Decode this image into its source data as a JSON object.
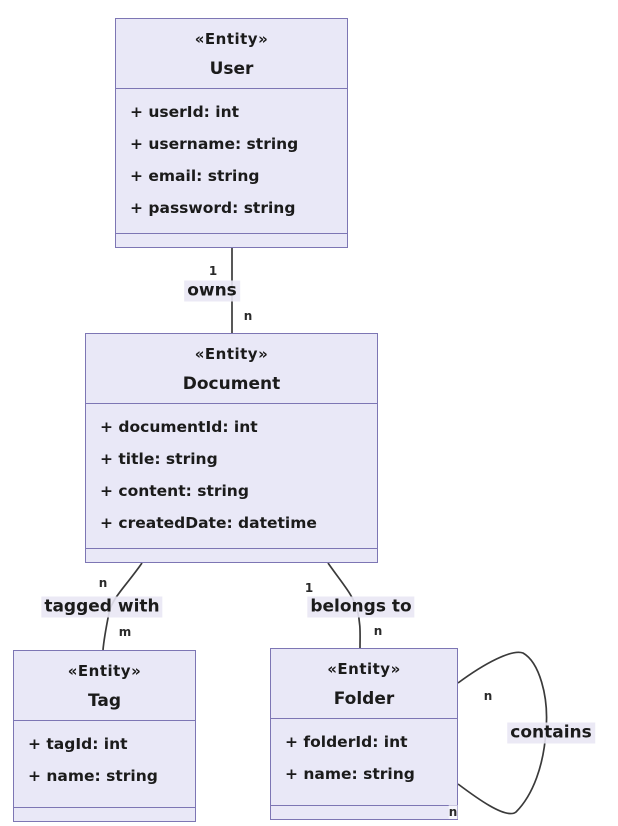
{
  "diagram": {
    "type": "uml-entity-diagram",
    "colors": {
      "background": "#ffffff",
      "entity_fill": "#e9e8f7",
      "entity_border": "#7d76b4",
      "connector_line": "#3a3a3a",
      "text": "#1b1b1b",
      "label_background": "#e9e7f4"
    },
    "entities": [
      {
        "stereotype": "«Entity»",
        "name": "User",
        "attributes": [
          "+ userId: int",
          "+ username: string",
          "+ email: string",
          "+ password: string"
        ]
      },
      {
        "stereotype": "«Entity»",
        "name": "Document",
        "attributes": [
          "+ documentId: int",
          "+ title: string",
          "+ content: string",
          "+ createdDate: datetime"
        ]
      },
      {
        "stereotype": "«Entity»",
        "name": "Tag",
        "attributes": [
          "+ tagId: int",
          "+ name: string"
        ]
      },
      {
        "stereotype": "«Entity»",
        "name": "Folder",
        "attributes": [
          "+ folderId: int",
          "+ name: string"
        ]
      }
    ],
    "relationships": [
      {
        "label": "owns",
        "from": "User",
        "to": "Document",
        "from_mult": "1",
        "to_mult": "n"
      },
      {
        "label": "tagged with",
        "from": "Document",
        "to": "Tag",
        "from_mult": "n",
        "to_mult": "m"
      },
      {
        "label": "belongs to",
        "from": "Document",
        "to": "Folder",
        "from_mult": "1",
        "to_mult": "n"
      },
      {
        "label": "contains",
        "from": "Folder",
        "to": "Folder",
        "from_mult": "n",
        "to_mult": "n"
      }
    ]
  }
}
